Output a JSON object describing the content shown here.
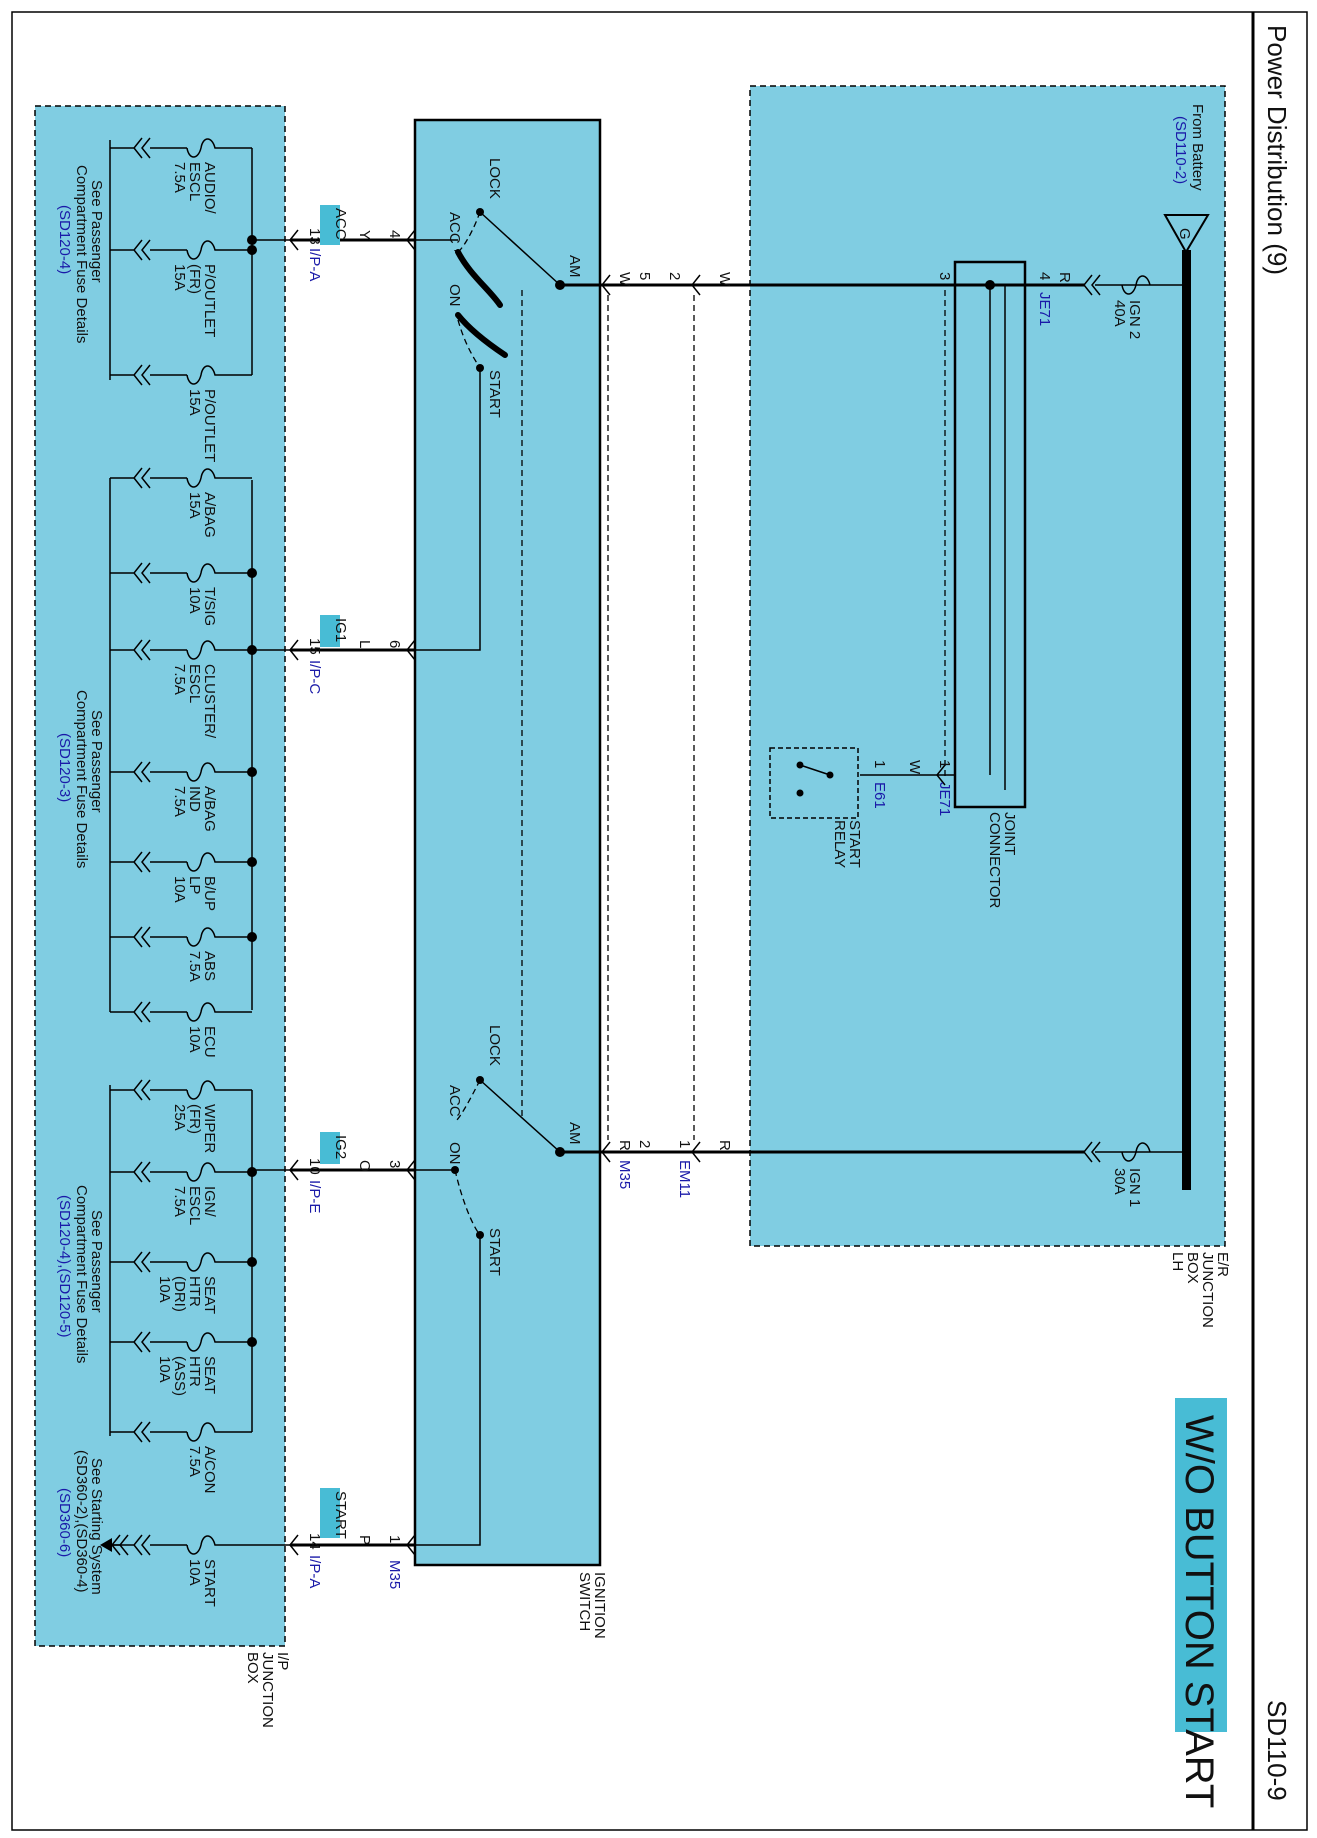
{
  "header": {
    "title": "Power Distribution (9)",
    "page_code": "SD110-9",
    "variant": "W/O BUTTON START"
  },
  "colors": {
    "panel": "#80cde2",
    "badge": "#48bcd5",
    "link": "#1a1aa8",
    "line": "#000000"
  },
  "er_box": {
    "name": [
      "E/R",
      "JUNCTION",
      "BOX",
      "LH"
    ],
    "from_battery": "From Battery",
    "battery_ref": "(SD110-2)",
    "ground_symbol": "G",
    "fuse_ign2": [
      "IGN 2",
      "40A"
    ],
    "fuse_ign1": [
      "IGN 1",
      "30A"
    ],
    "connector_je71": "JE71",
    "joint_connector": [
      "JOINT",
      "CONNECTOR"
    ],
    "pin_je71_4": "4",
    "wire_r_top": "R",
    "pin_je71_3": "3",
    "pin_je71_1": "1",
    "wire_w_relay": "W",
    "pin_e61_1": "1",
    "connector_e61": "E61",
    "start_relay": [
      "START",
      "RELAY"
    ],
    "wire_w_top": "W",
    "pin_2": "2",
    "wire_r_bottom": "R",
    "pin_em11": "1",
    "connector_em11": "EM11"
  },
  "ignition_switch": {
    "name": [
      "IGNITION",
      "SWITCH"
    ],
    "pin_5": "5",
    "wire_5": "W",
    "pin_2": "2",
    "wire_2": "R",
    "connector": "M35",
    "am": "AM",
    "lock": "LOCK",
    "acc": "ACC",
    "on": "ON",
    "start": "START",
    "pins": [
      {
        "pin": "4",
        "wire": "Y",
        "signal": "ACC",
        "jb_pin": "13",
        "jb_conn": "I/P-A"
      },
      {
        "pin": "6",
        "wire": "L",
        "signal": "IG1",
        "jb_pin": "15",
        "jb_conn": "I/P-C"
      },
      {
        "pin": "3",
        "wire": "O",
        "signal": "IG2",
        "jb_pin": "10",
        "jb_conn": "I/P-E"
      },
      {
        "pin": "1",
        "wire": "P",
        "signal": "START",
        "jb_pin": "14",
        "jb_conn": "I/P-A"
      }
    ]
  },
  "ip_box": {
    "name": [
      "I/P",
      "JUNCTION",
      "BOX"
    ],
    "fuses": [
      [
        "AUDIO/",
        "ESCL",
        "7.5A"
      ],
      [
        "P/OUTLET",
        "(FR)",
        "15A"
      ],
      [
        "P/OUTLET",
        "15A"
      ],
      [
        "A/BAG",
        "15A"
      ],
      [
        "T/SIG",
        "10A"
      ],
      [
        "CLUSTER/",
        "ESCL",
        "7.5A"
      ],
      [
        "A/BAG",
        "IND",
        "7.5A"
      ],
      [
        "B/UP",
        "LP",
        "10A"
      ],
      [
        "ABS",
        "7.5A"
      ],
      [
        "ECU",
        "10A"
      ],
      [
        "WIPER",
        "(FR)",
        "25A"
      ],
      [
        "IGN/",
        "ESCL",
        "7.5A"
      ],
      [
        "SEAT",
        "HTR",
        "(DRI)",
        "10A"
      ],
      [
        "SEAT",
        "HTR",
        "(ASS)",
        "10A"
      ],
      [
        "A/CON",
        "7.5A"
      ],
      [
        "START",
        "10A"
      ]
    ],
    "see_acc": [
      "See Passenger",
      "Compartment Fuse Details"
    ],
    "see_acc_ref": "(SD120-4)",
    "see_ig1": [
      "See Passenger",
      "Compartment Fuse Details"
    ],
    "see_ig1_ref": "(SD120-3)",
    "see_ig2": [
      "See Passenger",
      "Compartment Fuse Details"
    ],
    "see_ig2_ref": "(SD120-4),(SD120-5)",
    "see_start": [
      "See Starting System",
      "(SD360-2),(SD360-4)"
    ],
    "see_start_ref": "(SD360-6)"
  }
}
